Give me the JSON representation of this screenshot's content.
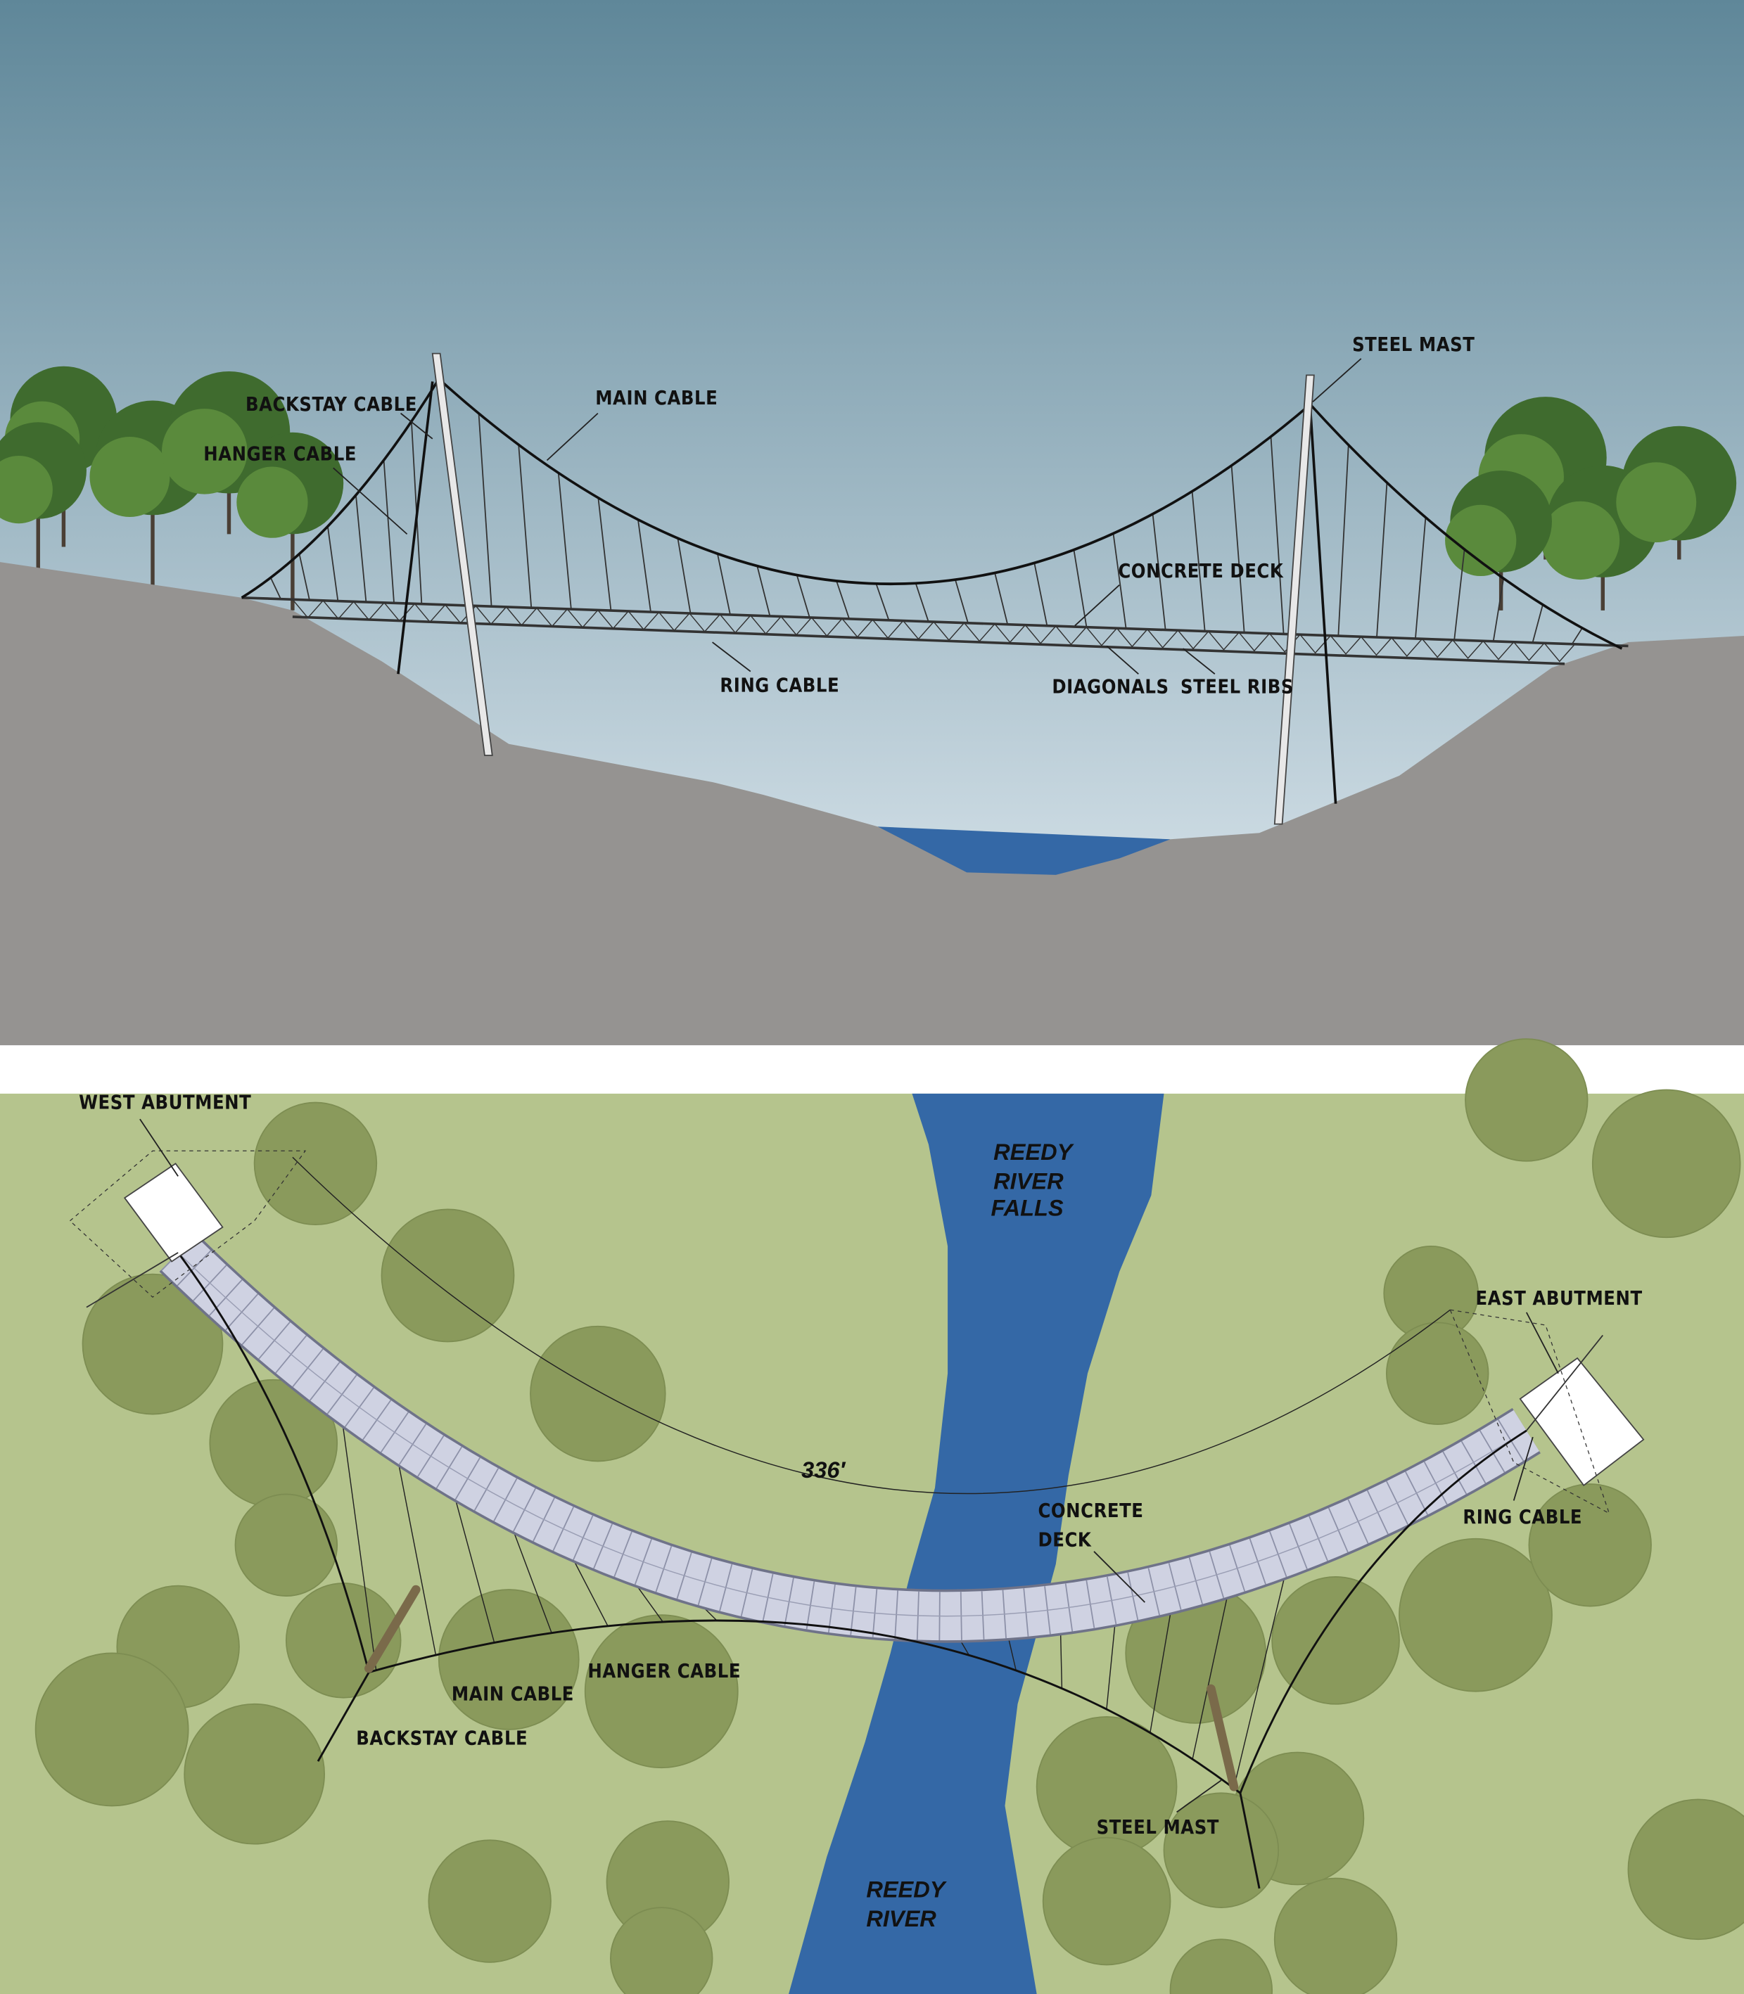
{
  "elevation": {
    "labels": {
      "backstay_cable": "BACKSTAY CABLE",
      "hanger_cable": "HANGER CABLE",
      "main_cable": "MAIN CABLE",
      "steel_mast": "STEEL MAST",
      "concrete_deck": "CONCRETE DECK",
      "ring_cable": "RING CABLE",
      "diagonals": "DIAGONALS",
      "steel_ribs": "STEEL RIBS"
    }
  },
  "plan": {
    "labels": {
      "west_abutment": "WEST ABUTMENT",
      "east_abutment": "EAST ABUTMENT",
      "span": "336′",
      "concrete_deck_1": "CONCRETE",
      "concrete_deck_2": "DECK",
      "ring_cable": "RING CABLE",
      "hanger_cable": "HANGER CABLE",
      "main_cable": "MAIN CABLE",
      "backstay_cable": "BACKSTAY CABLE",
      "steel_mast": "STEEL MAST",
      "falls_1": "REEDY",
      "falls_2": "RIVER",
      "falls_3": "FALLS",
      "river_1": "REEDY",
      "river_2": "RIVER"
    }
  },
  "colors": {
    "sky_top": "#5f8799",
    "sky_bottom": "#e4edf3",
    "ground": "#959391",
    "water": "#3468a6",
    "grass": "#b5c48d",
    "tree_canopy": "#8a9a5c",
    "deck": "#cfd2e2"
  }
}
